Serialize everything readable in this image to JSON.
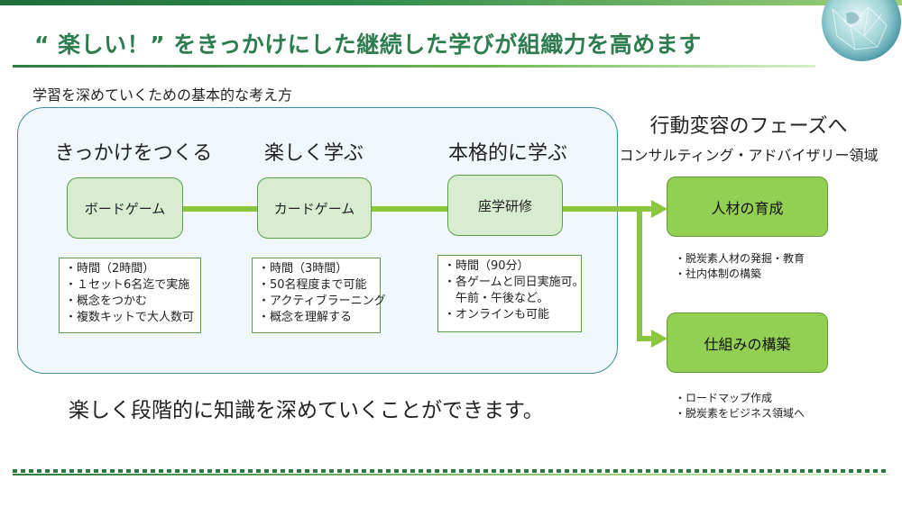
{
  "title": "“ 楽しい！” をきっかけにした継続した学びが組織力を高めます",
  "subtitle": "学習を深めていくための基本的な考え方",
  "stages": [
    {
      "heading": "きっかけをつくる",
      "box": "ボードゲーム",
      "notes": [
        "・時間（2時間）",
        "・１セット6名迄で実施",
        "・概念をつかむ",
        "・複数キットで大人数可"
      ]
    },
    {
      "heading": "楽しく学ぶ",
      "box": "カードゲーム",
      "notes": [
        "・時間（3時間）",
        "・50名程度まで可能",
        "・アクティブラーニング",
        "・概念を理解する"
      ]
    },
    {
      "heading": "本格的に学ぶ",
      "box": "座学研修",
      "notes": [
        "・時間（90分）",
        "・各ゲームと同日実施可。",
        "　午前・午後など。",
        "・オンラインも可能"
      ]
    }
  ],
  "phase": {
    "title": "行動変容のフェーズへ",
    "sub": "コンサルティング・アドバイザリー領域",
    "outcomes": [
      {
        "label": "人材の育成",
        "bullets": [
          "・脱炭素人材の発掘・教育",
          "・社内体制の構築"
        ]
      },
      {
        "label": "仕組みの構築",
        "bullets": [
          "・ロードマップ作成",
          "・脱炭素をビジネス領域へ"
        ]
      }
    ]
  },
  "footer": "楽しく段階的に知識を深めていくことができます。",
  "colors": {
    "title": "#2e7d4f",
    "flow": "#8cc63f",
    "box": "#d8ecd0",
    "outcome": "#93cf52"
  }
}
